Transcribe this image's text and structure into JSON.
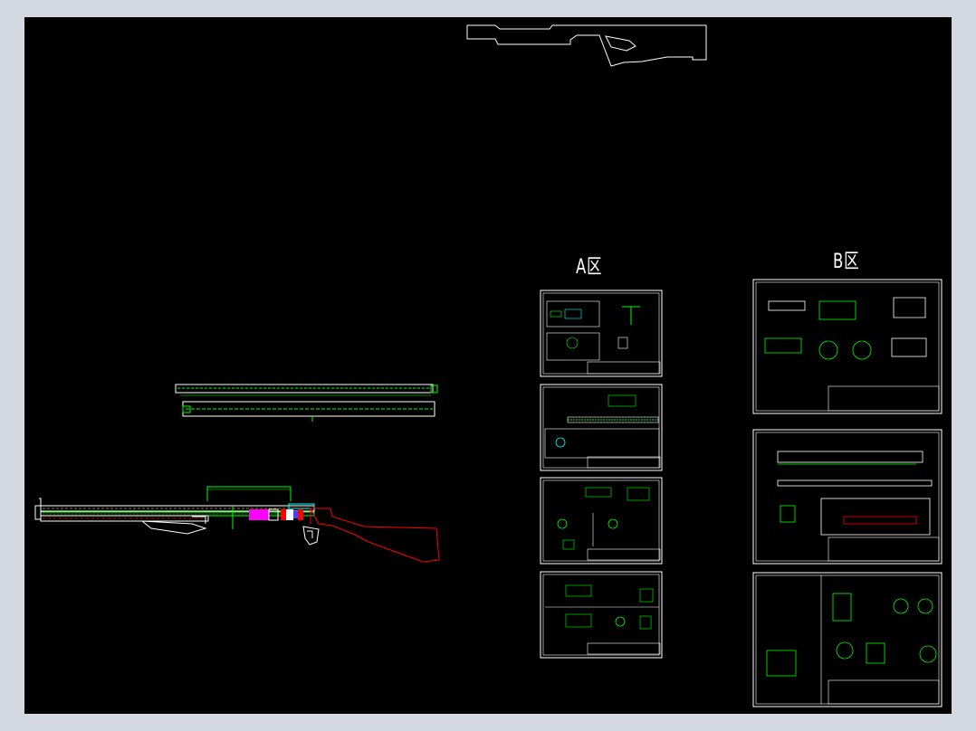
{
  "viewer": {
    "background_color": "#000000",
    "frame_color": "#d4d8e0"
  },
  "zones": {
    "a_label": "A区",
    "b_label": "B区"
  },
  "colors": {
    "outline": "#ffffff",
    "detail": "#00ff00",
    "stock": "#ff0000",
    "accent_magenta": "#ff00ff",
    "accent_cyan": "#00ffff",
    "accent_yellow": "#ffff00",
    "accent_blue": "#4040ff"
  },
  "objects": {
    "top_profile": "stock-profile-outline",
    "barrel_tubes": "barrel-tube-drawings",
    "rifle_assembly": "rifle-assembly-drawing",
    "sheets_a": 4,
    "sheets_b": 3
  }
}
